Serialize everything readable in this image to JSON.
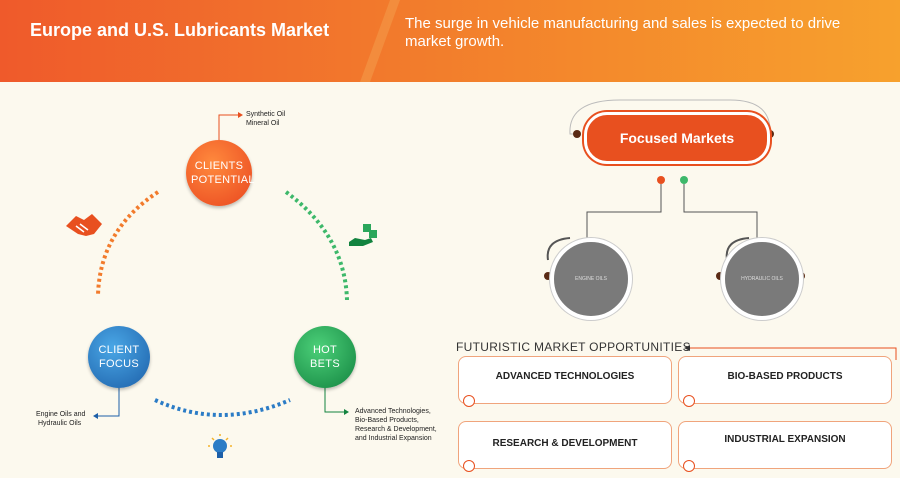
{
  "header": {
    "title": "Europe and U.S. Lubricants Market",
    "subtitle": "The surge in vehicle manufacturing and sales is expected to drive market growth."
  },
  "cycle": {
    "clients_potential": {
      "label": "CLIENTS POTENTIAL",
      "note_line1": "Synthetic Oil",
      "note_line2": "Mineral Oil"
    },
    "client_focus": {
      "label": "CLIENT FOCUS",
      "note_line1": "Engine Oils and",
      "note_line2": "Hydraulic Oils"
    },
    "hot_bets": {
      "label": "HOT BETS",
      "note_line1": "Advanced Technologies,",
      "note_line2": "Bio-Based Products,",
      "note_line3": "Research & Development,",
      "note_line4": "and Industrial Expansion"
    },
    "icons": [
      "handshake-icon",
      "money-hand-icon",
      "lightbulb-icon"
    ]
  },
  "focused_markets": {
    "label": "Focused Markets",
    "items": [
      "ENGINE OILS",
      "HYDRAULIC OILS"
    ]
  },
  "opportunities": {
    "title": "FUTURISTIC MARKET OPPORTUNITIES",
    "items": [
      "ADVANCED TECHNOLOGIES",
      "BIO-BASED PRODUCTS",
      "RESEARCH & DEVELOPMENT",
      "INDUSTRIAL EXPANSION"
    ]
  },
  "colors": {
    "orange": "#e8501f",
    "blue": "#1c5fa8",
    "green": "#12833f",
    "gray": "#7a7a7a"
  }
}
